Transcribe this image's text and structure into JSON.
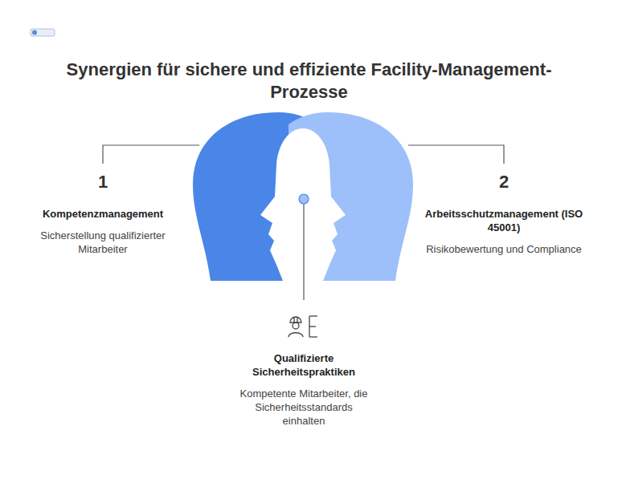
{
  "diagram": {
    "title": "Synergien für sichere und effiziente Facility-Management-Prozesse",
    "nodes": [
      {
        "text": [
          "Kompetenzmanagement",
          "Sicherstellung qualifizierter Mitarbeiter"
        ]
      },
      {
        "text": [
          "Arbeitsschutzmanagement (ISO 45001)",
          "Risikobewertung und Compliance"
        ]
      },
      {
        "text": [
          "Qualifizierte Sicherheitspraktiken",
          "Kompetente Mitarbeiter, die Sicherheitsstandards einhalten"
        ]
      }
    ],
    "labels": [
      "1",
      "2"
    ]
  }
}
